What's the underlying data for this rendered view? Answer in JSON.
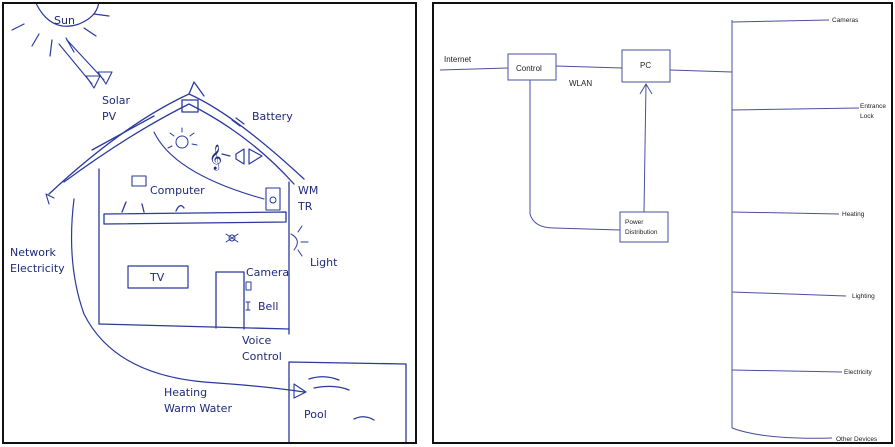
{
  "sketch": {
    "labels": {
      "sun": "Sun",
      "solar_pv_1": "Solar",
      "solar_pv_2": "PV",
      "battery": "Battery",
      "computer": "Computer",
      "wm": "WM",
      "tr": "TR",
      "network_1": "Network",
      "network_2": "Electricity",
      "tv": "TV",
      "camera": "Camera",
      "light": "Light",
      "bell": "Bell",
      "voice_1": "Voice",
      "voice_2": "Control",
      "heating_1": "Heating",
      "heating_2": "Warm Water",
      "pool": "Pool"
    }
  },
  "block_diagram": {
    "internet": "Internet",
    "control": "Control",
    "wlan": "WLAN",
    "pc": "PC",
    "power_1": "Power",
    "power_2": "Distribution",
    "outputs": {
      "cameras": "Cameras",
      "entrance_1": "Entrance",
      "entrance_2": "Lock",
      "heating": "Heating",
      "lighting": "Lighting",
      "electricity": "Electricity",
      "other": "Other Devices"
    }
  }
}
